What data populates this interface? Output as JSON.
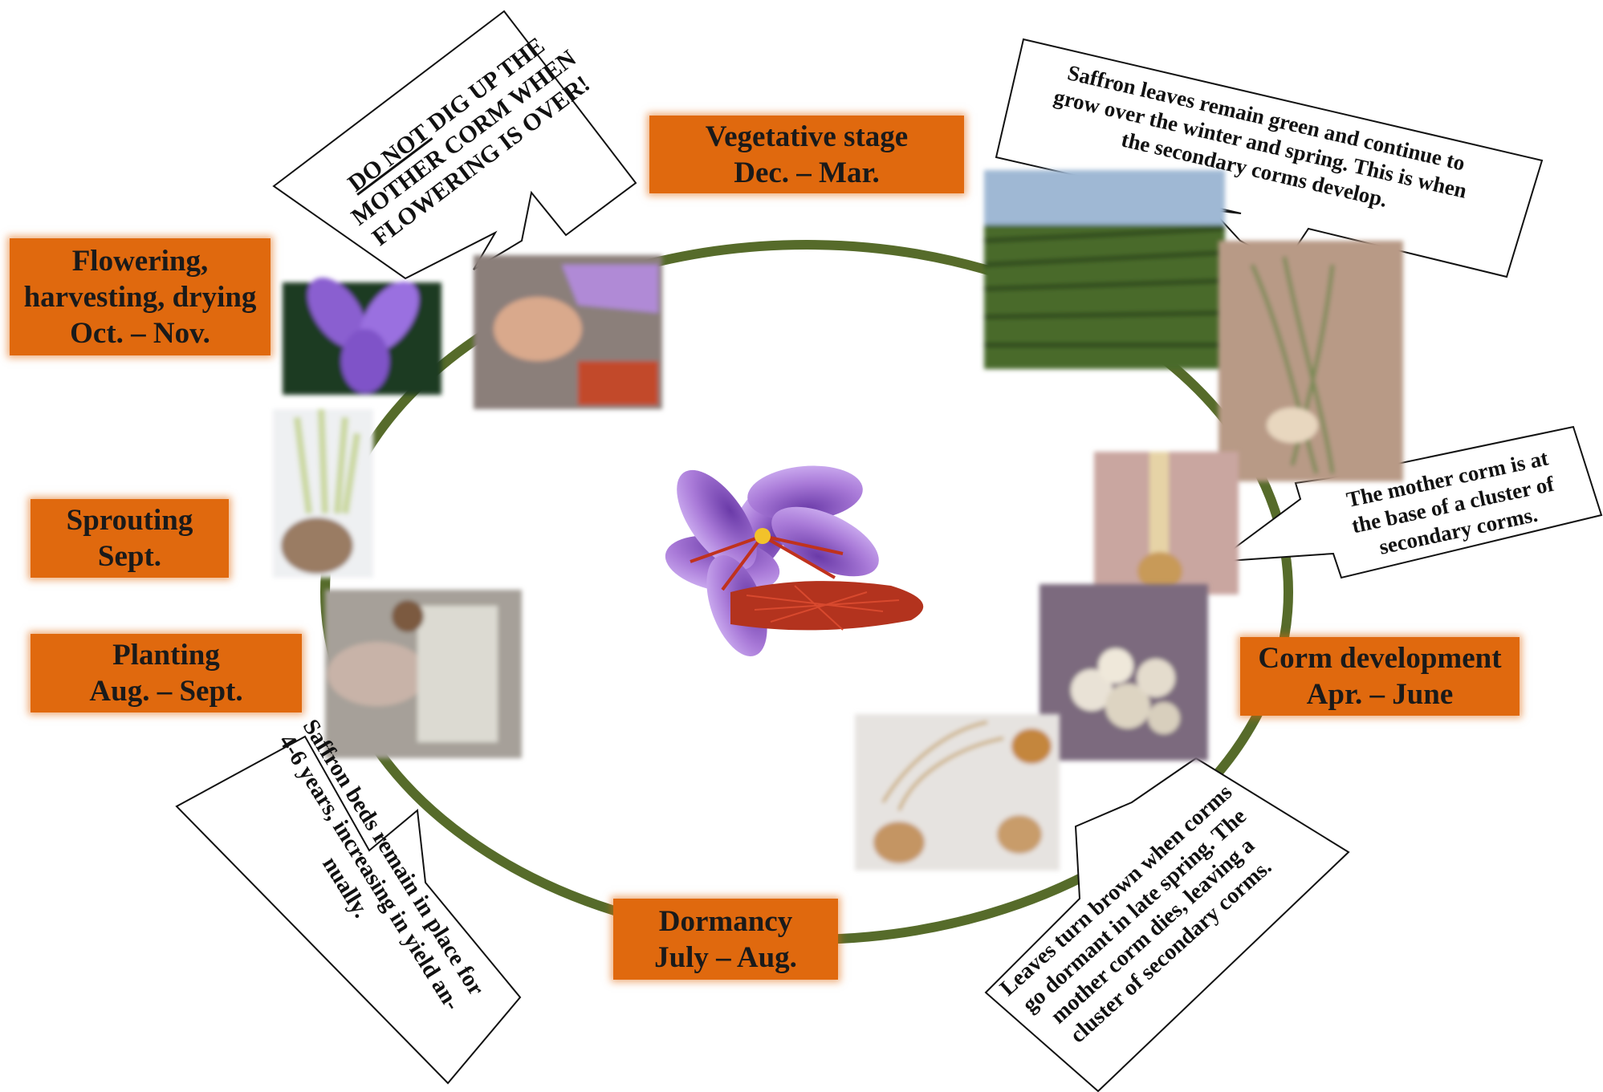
{
  "stages": {
    "vegetative": "Vegetative stage\nDec. – Mar.",
    "flowering": "Flowering,\nharvesting, drying\nOct. – Nov.",
    "sprouting": "Sprouting\nSept.",
    "planting": "Planting\nAug. – Sept.",
    "dormancy": "Dormancy\nJuly – Aug.",
    "corm_development": "Corm development\nApr. – June"
  },
  "notes": {
    "dig_emphasis": "DO NOT",
    "dig_rest": " DIG UP THE\nMOTHER CORM WHEN\nFLOWERING IS OVER!",
    "leaves_green": "Saffron leaves remain green and continue to\ngrow over the winter and spring. This is when\nthe secondary corms develop.",
    "mother_corm": "The mother corm is at\nthe base of a cluster of\nsecondary corms.",
    "beds": "Saffron beds remain in place for\n4-6 years, increasing in yield an-\nnually.",
    "leaves_brown": "Leaves turn brown when corms\ngo dormant in late spring. The\nmother corm dies, leaving a\ncluster of secondary corms."
  },
  "colors": {
    "cycle": "#566b2a",
    "stage_box": "#e0690e",
    "flower": "#a97ad8",
    "stigma": "#c0321d"
  }
}
